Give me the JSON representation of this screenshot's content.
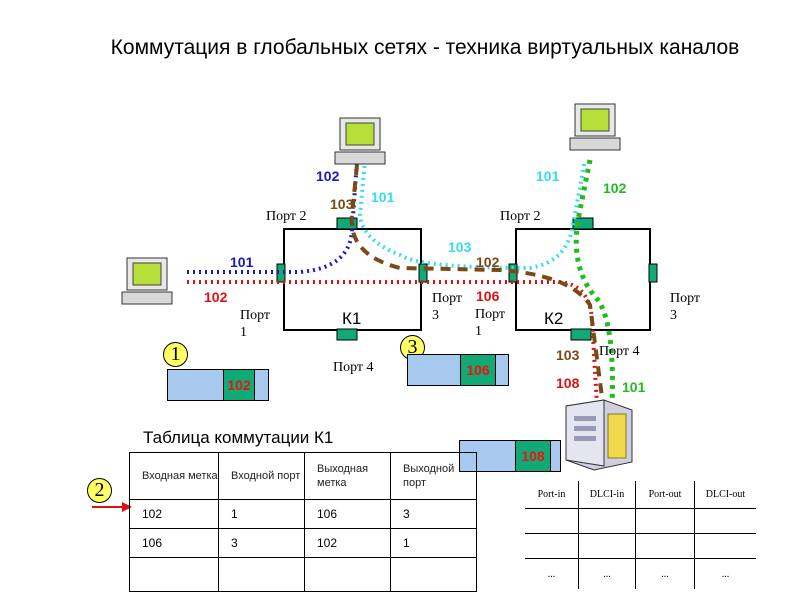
{
  "title": "Коммутация в глобальных сетях - техника виртуальных каналов",
  "switches": {
    "k1": {
      "name": "К1",
      "port1": "Порт 1",
      "port2": "Порт 2",
      "port3": "Порт 3",
      "port4": "Порт 4"
    },
    "k2": {
      "name": "К2",
      "port1": "Порт 1",
      "port2": "Порт 2",
      "port3": "Порт 3",
      "port4": "Порт 4"
    }
  },
  "labels": {
    "pc_top_k1_102": "102",
    "pc_top_k1_103": "103",
    "pc_top_k1_101": "101",
    "pc_left_101": "101",
    "pc_left_102": "102",
    "k1_k2_103": "103",
    "k1_k2_102": "102",
    "k1_k2_106": "106",
    "pc_top_k2_101": "101",
    "pc_top_k2_102": "102",
    "server_103": "103",
    "server_108": "108",
    "server_101": "101"
  },
  "packets": {
    "p1": "102",
    "p3": "106",
    "p_server": "108"
  },
  "steps": {
    "one": "1",
    "two": "2",
    "three": "3"
  },
  "switch_table": {
    "caption": "Таблица коммутации К1",
    "headers": [
      "Входная метка",
      "Входной порт",
      "Выходная метка",
      "Выходной порт"
    ],
    "rows": [
      [
        "102",
        "1",
        "106",
        "3"
      ],
      [
        "106",
        "3",
        "102",
        "1"
      ],
      [
        "",
        "",
        "",
        ""
      ]
    ]
  },
  "dlci_table": {
    "headers": [
      "Port-in",
      "DLCI-in",
      "Port-out",
      "DLCI-out"
    ],
    "rows": [
      [
        "",
        "",
        "",
        ""
      ],
      [
        "",
        "",
        "",
        ""
      ],
      [
        "...",
        "...",
        "...",
        "..."
      ]
    ]
  },
  "colors": {
    "blue": "#1a1ab8",
    "cyan": "#33ddee",
    "red": "#dd1111",
    "brown": "#7a4a14",
    "green": "#22bb22",
    "port": "#11aa77"
  }
}
